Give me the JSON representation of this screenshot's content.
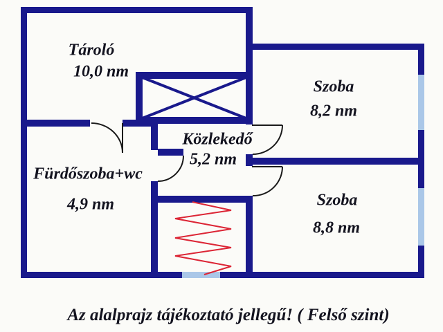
{
  "title": "floor-plan",
  "colors": {
    "wall": "#19198c",
    "window": "#aac7e8",
    "stairs": "#dc2535",
    "text": "#13131f"
  },
  "rooms": [
    {
      "id": "tarolo",
      "name": "Tároló",
      "area": "10,0 nm"
    },
    {
      "id": "szoba-felso",
      "name": "Szoba",
      "area": "8,2 nm"
    },
    {
      "id": "kozlekedo",
      "name": "Közlekedő",
      "area": "5,2 nm"
    },
    {
      "id": "furdoszoba",
      "name": "Fürdőszoba+wc",
      "area": "4,9 nm"
    },
    {
      "id": "szoba-also",
      "name": "Szoba",
      "area": "8,8 nm"
    }
  ],
  "caption": "Az alalprajz tájékoztató jellegű! ( Felső szint)"
}
